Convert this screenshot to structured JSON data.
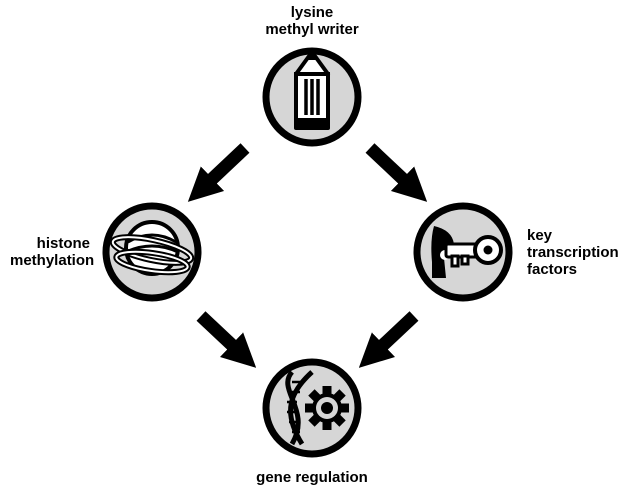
{
  "nodes": {
    "top": {
      "lines": [
        "lysine",
        "methyl writer"
      ],
      "icon": "pencil-icon"
    },
    "left": {
      "lines": [
        "histone",
        "methylation"
      ],
      "icon": "histone-icon"
    },
    "right": {
      "lines": [
        "key",
        "transcription",
        "factors"
      ],
      "icon": "key-icon"
    },
    "bottom": {
      "lines": [
        "gene regulation"
      ],
      "icon": "dna-gear-icon"
    }
  },
  "edges": [
    {
      "from": "lysine methyl writer",
      "to": "histone methylation"
    },
    {
      "from": "lysine methyl writer",
      "to": "key transcription factors"
    },
    {
      "from": "histone methylation",
      "to": "gene regulation"
    },
    {
      "from": "key transcription factors",
      "to": "gene regulation"
    }
  ],
  "colors": {
    "circle_fill": "#d6d6d6",
    "stroke": "#000000",
    "background": "#ffffff"
  }
}
